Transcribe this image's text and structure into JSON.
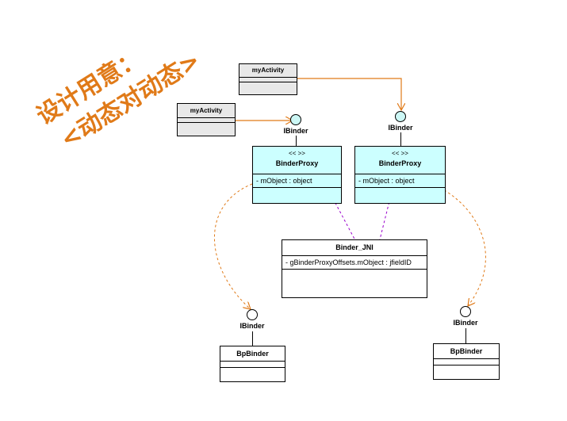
{
  "title": {
    "line1": "设计用意：",
    "line2": "<动态对动态>"
  },
  "activities": [
    {
      "name": "myActivity"
    },
    {
      "name": "myActivity"
    }
  ],
  "interfaces": {
    "ibinder_left": "IBinder",
    "ibinder_right": "IBinder",
    "ibinder_bottom_left": "IBinder",
    "ibinder_bottom_right": "IBinder"
  },
  "proxies": [
    {
      "stereotype": "<< >>",
      "name": "BinderProxy",
      "field": "- mObject : object"
    },
    {
      "stereotype": "<< >>",
      "name": "BinderProxy",
      "field": "- mObject : object"
    }
  ],
  "jni": {
    "name": "Binder_JNI",
    "field": "- gBinderProxyOffsets.mObject : jfieldID"
  },
  "bp_binders": [
    {
      "name": "BpBinder"
    },
    {
      "name": "BpBinder"
    }
  ],
  "colors": {
    "title": "#e07a18",
    "proxy_fill": "#ccffff",
    "activity_fill": "#e8e8e8",
    "assoc_arrow": "#e07a18",
    "dashed_orange": "#e07a18",
    "dashed_purple": "#9900cc"
  }
}
